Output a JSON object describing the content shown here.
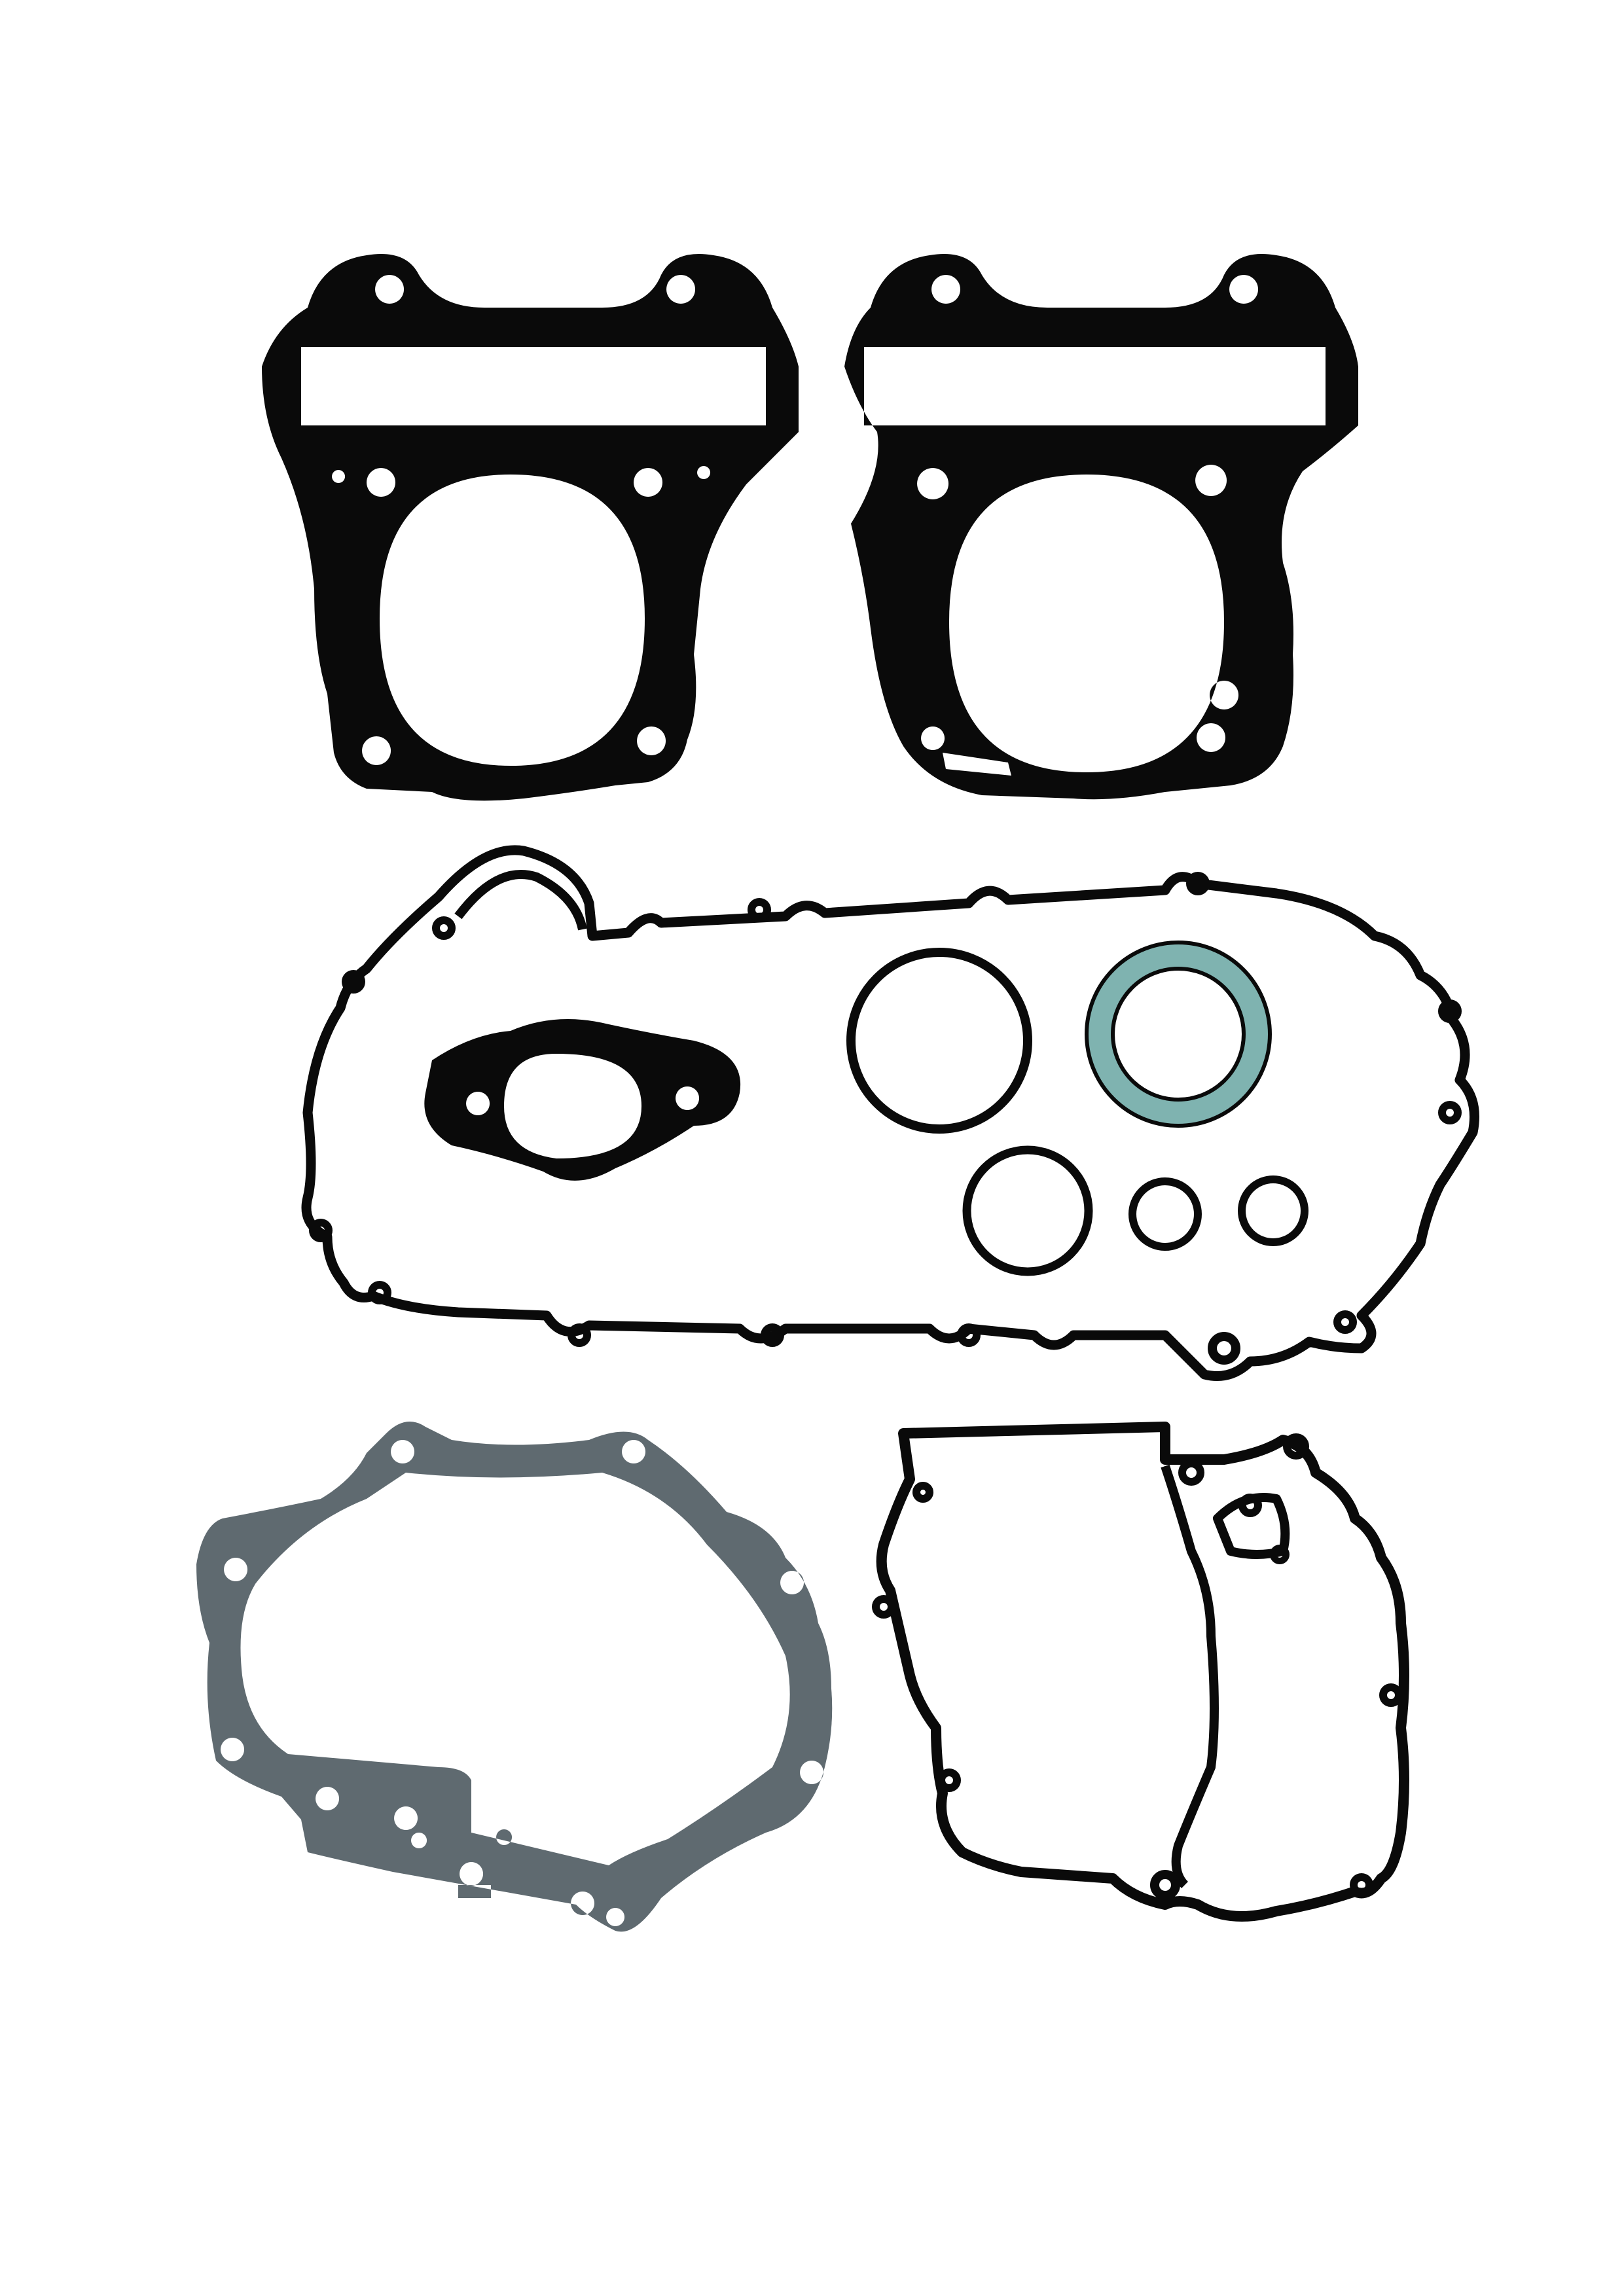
{
  "image": {
    "background": "#ffffff",
    "colors": {
      "gasket_black": "#0a0a0a",
      "gasket_gray": "#5f6a70",
      "exhaust_ring": "#7fb3b0"
    }
  },
  "items": [
    {
      "id": "cylinder-head-gasket-left"
    },
    {
      "id": "cylinder-head-gasket-right"
    },
    {
      "id": "crankcase-cover-gasket"
    },
    {
      "id": "intake-manifold-gasket"
    },
    {
      "id": "large-o-ring"
    },
    {
      "id": "exhaust-ring"
    },
    {
      "id": "medium-o-ring"
    },
    {
      "id": "small-o-ring-a"
    },
    {
      "id": "small-o-ring-b"
    },
    {
      "id": "transmission-cover-gasket"
    },
    {
      "id": "crankcase-center-gasket"
    }
  ]
}
